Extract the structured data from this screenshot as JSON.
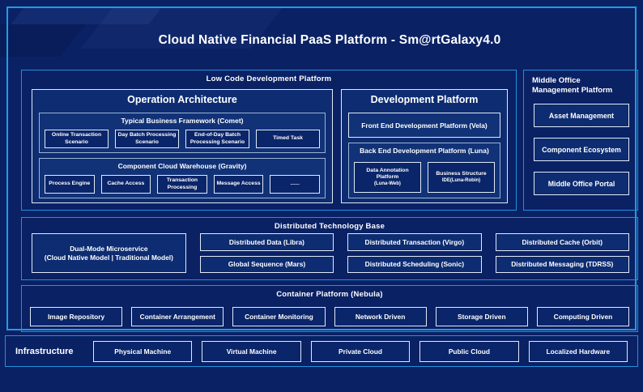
{
  "title": "Cloud Native Financial PaaS Platform - Sm@rtGalaxy4.0",
  "colors": {
    "background": "#0a2164",
    "frame_border": "#1e9ce4",
    "section_border": "#2290dd",
    "panel_fill": "#0d2c71",
    "highlight_fill": "#113277",
    "leaf_fill": "#0a2569",
    "leaf_border": "#e2eaf6",
    "muted_border": "#9db3d6",
    "text": "#ffffff"
  },
  "low_code": {
    "title": "Low Code Development Platform",
    "operation": {
      "title": "Operation Architecture",
      "typical": {
        "title": "Typical Business Framework (Comet)",
        "items": [
          "Online Transaction Scenario",
          "Day Batch Processing Scenario",
          "End-of-Day Batch Processing Scenario",
          "Timed Task"
        ]
      },
      "warehouse": {
        "title": "Component Cloud Warehouse (Gravity)",
        "items": [
          "Process Engine",
          "Cache Access",
          "Transaction Processing",
          "Message Access",
          "......"
        ]
      }
    },
    "development": {
      "title": "Development Platform",
      "frontend": "Front End Development Platform (Vela)",
      "backend": {
        "title": "Back End Development Platform (Luna)",
        "items": [
          {
            "label": "Data Annotation Platform",
            "sub": "(Luna-Web)"
          },
          {
            "label": "Business Structure",
            "sub": "IDE(Luna-Robin)"
          }
        ]
      }
    }
  },
  "middle_office": {
    "title": "Middle Office Management Platform",
    "items": [
      "Asset Management",
      "Component Ecosystem",
      "Middle Office Portal"
    ]
  },
  "distributed": {
    "title": "Distributed Technology Base",
    "dual_mode": {
      "label": "Dual-Mode Microservice",
      "sub": "(Cloud Native Model | Traditional Model)"
    },
    "columns": [
      [
        "Distributed Data (Libra)",
        "Global Sequence (Mars)"
      ],
      [
        "Distributed Transaction (Virgo)",
        "Distributed Scheduling (Sonic)"
      ],
      [
        "Distributed Cache (Orbit)",
        "Distributed Messaging (TDRSS)"
      ]
    ]
  },
  "container": {
    "title": "Container Platform (Nebula)",
    "items": [
      "Image Repository",
      "Container Arrangement",
      "Container Monitoring",
      "Network Driven",
      "Storage Driven",
      "Computing Driven"
    ]
  },
  "infrastructure": {
    "label": "Infrastructure",
    "items": [
      "Physical Machine",
      "Virtual Machine",
      "Private Cloud",
      "Public Cloud",
      "Localized Hardware"
    ]
  }
}
